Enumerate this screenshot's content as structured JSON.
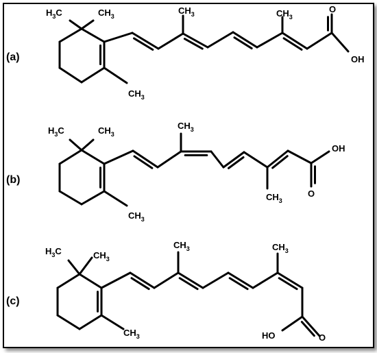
{
  "figure": {
    "panels": [
      {
        "label": "(a)",
        "atoms": {
          "gem_methyls": [
            "H3C",
            "CH3"
          ],
          "ring_methyl": "CH3",
          "chain_methyl_1": "CH3",
          "chain_methyl_2": "CH3",
          "carbonyl": "O",
          "hydroxyl": "OH"
        }
      },
      {
        "label": "(b)",
        "atoms": {
          "gem_methyls": [
            "H3C",
            "CH3"
          ],
          "ring_methyl": "CH3",
          "chain_methyl_1": "CH3",
          "chain_methyl_2": "CH3",
          "carbonyl": "O",
          "hydroxyl": "OH"
        }
      },
      {
        "label": "(c)",
        "atoms": {
          "gem_methyls": [
            "H3C",
            "CH3"
          ],
          "ring_methyl": "CH3",
          "chain_methyl_1": "CH3",
          "chain_methyl_2": "CH3",
          "carbonyl": "O",
          "hydroxyl": "HO"
        }
      }
    ]
  }
}
